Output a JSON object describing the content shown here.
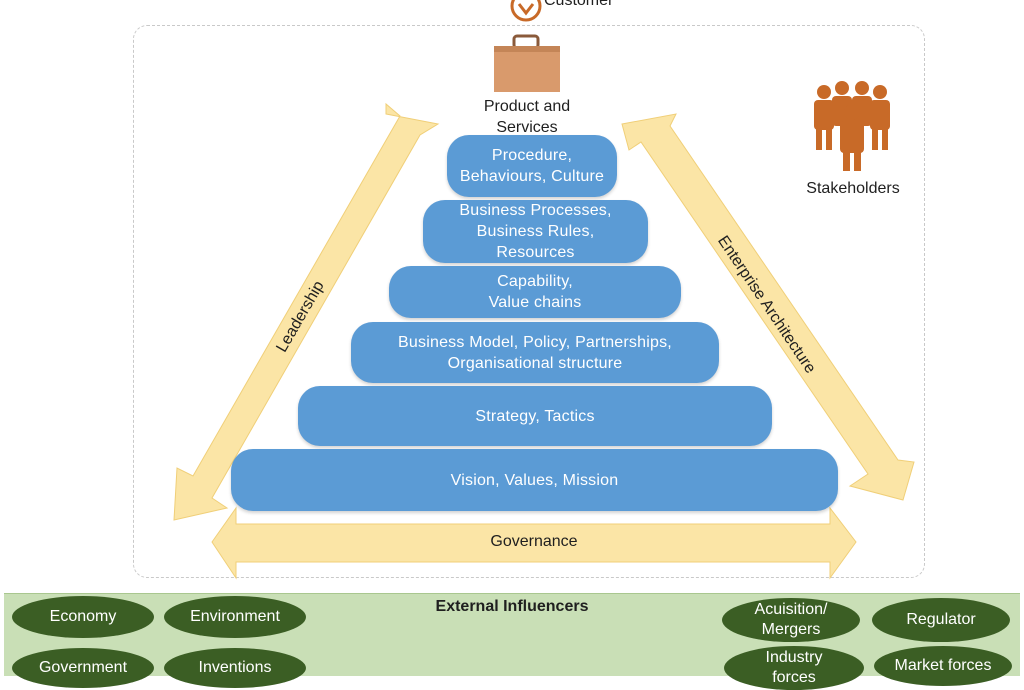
{
  "top": {
    "customer_label": "Customer"
  },
  "product": {
    "label": "Product and\nServices"
  },
  "stakeholders": {
    "label": "Stakeholders"
  },
  "pyramid": {
    "tiers": [
      {
        "label": "Procedure,\nBehaviours, Culture"
      },
      {
        "label": "Business Processes,\nBusiness Rules,\nResources"
      },
      {
        "label": "Capability,\nValue chains"
      },
      {
        "label": "Business Model, Policy, Partnerships,\nOrganisational structure"
      },
      {
        "label": "Strategy, Tactics"
      },
      {
        "label": "Vision, Values, Mission"
      }
    ]
  },
  "arrows": {
    "leadership": "Leadership",
    "enterprise_architecture": "Enterprise Architecture",
    "governance": "Governance"
  },
  "external": {
    "title": "External Influencers",
    "items": [
      "Economy",
      "Environment",
      "Government",
      "Inventions",
      "Acuisition/\nMergers",
      "Regulator",
      "Industry\nforces",
      "Market forces"
    ]
  },
  "colors": {
    "tier_blue": "#5b9bd5",
    "arrow_fill": "#fbe5a6",
    "icon_orange": "#c86a28",
    "band_green": "#c9dfb6",
    "oval_green": "#3b5e24"
  }
}
